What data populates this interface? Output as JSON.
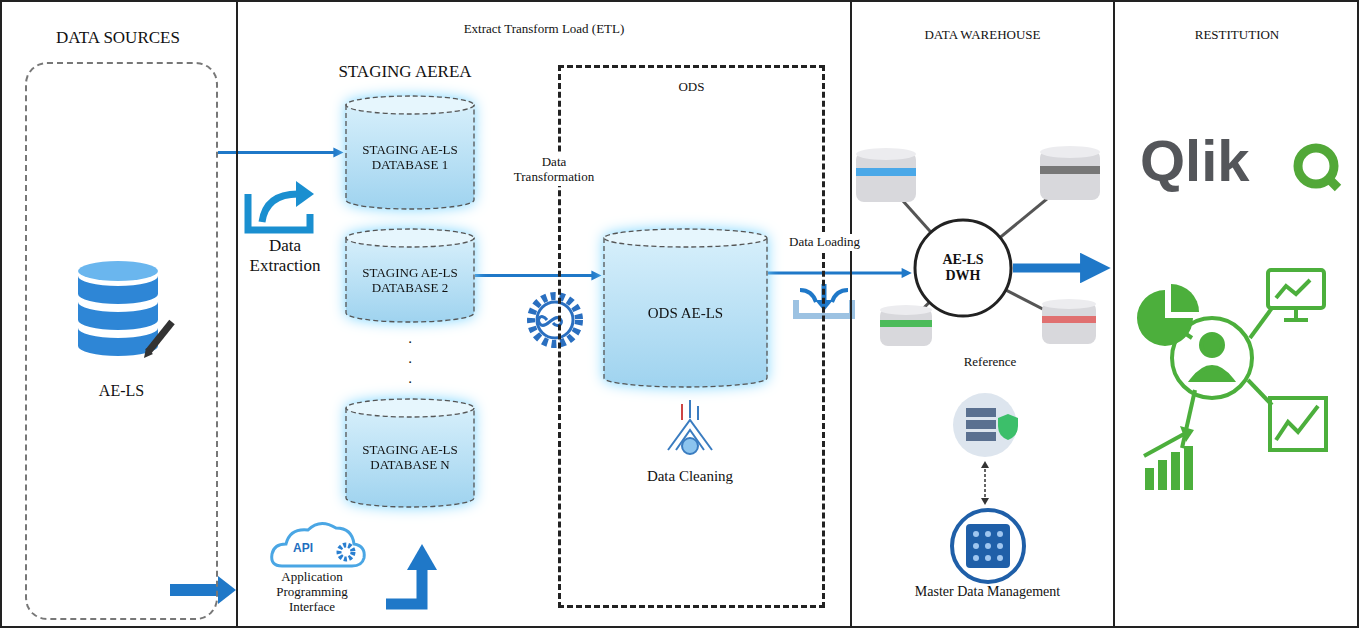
{
  "diagram": {
    "nodes": [
      {
        "text": [
          "DATA SOURCES"
        ]
      },
      {
        "text": [
          "AE-LS"
        ],
        "in": 0
      },
      {
        "text": [
          "Extract Transform Load (ETL)"
        ]
      },
      {
        "text": [
          "STAGING AE-LS DATABASE 1"
        ],
        "in": 2
      },
      {
        "text": [
          "STAGING AE-LS DATABASE 2"
        ],
        "in": 2
      },
      {
        "text": [
          "STAGING AE-LS DATABASE N"
        ],
        "in": 2
      },
      {
        "text": [
          "ODS"
        ],
        "in": 2
      },
      {
        "text": [
          "ODS AE-LS"
        ],
        "in": 6
      },
      {
        "text": [
          "DATA WAREHOUSE"
        ]
      },
      {
        "text": [
          "AE-LS DWH"
        ],
        "in": 8
      },
      {
        "text": [
          "RESTITUTION"
        ]
      }
    ],
    "edges": [
      {
        "from": 1,
        "to": 3,
        "arrow": "to"
      },
      {
        "from": 4,
        "to": 7,
        "arrow": "to"
      },
      {
        "from": 7,
        "to": 9,
        "arrow": "to"
      },
      {
        "from": 9,
        "to": 10,
        "arrow": "to"
      }
    ],
    "labels": [
      "STAGING AEREA",
      "Data Extraction",
      ".",
      ".",
      ".",
      "API",
      "Application Programming Interface",
      "Data Transformation",
      "Data Cleaning",
      "Data Loading",
      "Reference",
      "Master Data Management",
      "Qlik"
    ]
  }
}
